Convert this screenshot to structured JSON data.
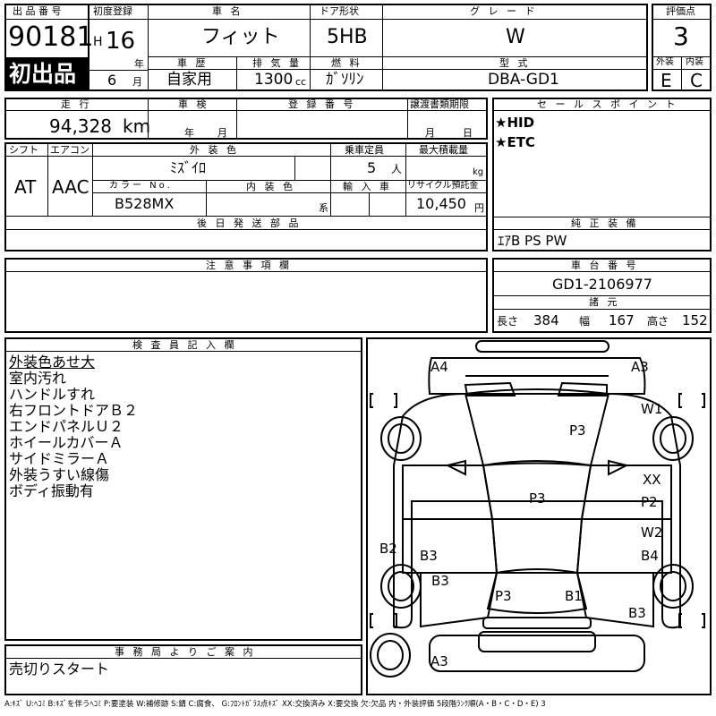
{
  "header": {
    "lot_label": "出 品 番 号",
    "lot_number": "90181",
    "first_listing": "初出品",
    "first_reg_label": "初度登録",
    "era_prefix": "H",
    "year": "16",
    "year_unit": "年",
    "month": "6",
    "month_unit": "月",
    "model_name_label": "車 名",
    "model_name": "フィット",
    "door_label": "ドア形状",
    "door_value": "5HB",
    "grade_label": "グ レ ー ド",
    "grade_value": "W",
    "score_label": "評価点",
    "score_value": "3",
    "history_label": "車 歴",
    "history_value": "自家用",
    "displacement_label": "排 気 量",
    "displacement_value": "1300",
    "displacement_unit": "cc",
    "fuel_label": "燃 料",
    "fuel_value": "ｶﾞｿﾘﾝ",
    "model_code_label": "型 式",
    "model_code_value": "DBA-GD1",
    "exterior_label": "外装",
    "interior_label": "内装",
    "exterior_value": "E",
    "interior_value": "C"
  },
  "row2": {
    "mileage_label": "走 行",
    "mileage_value": "94,328",
    "mileage_unit": "km",
    "inspection_label": "車 検",
    "inspection_year_unit": "年",
    "inspection_month_unit": "月",
    "reg_no_label": "登 録 番 号",
    "transfer_label": "譲渡書類期限",
    "transfer_month_unit": "月",
    "transfer_day_unit": "日",
    "sales_points_label": "セ ー ル ス ポ イ ン ト",
    "sales_points": [
      "★HID",
      "★ETC"
    ]
  },
  "row3": {
    "shift_label": "シフト",
    "shift_value": "AT",
    "ac_label": "エアコン",
    "ac_value": "AAC",
    "ext_color_label": "外 装 色",
    "ext_color_value": "ﾐｽﾞｲﾛ",
    "capacity_label": "乗車定員",
    "capacity_value": "5",
    "capacity_unit": "人",
    "load_label": "最大積載量",
    "load_unit": "kg",
    "color_no_label": "カラー No.",
    "color_no_value": "B528MX",
    "int_color_label": "内 装 色",
    "int_color_unit": "系",
    "import_label": "輸 入 車",
    "recycle_label": "リサイクル預託金",
    "recycle_value": "10,450",
    "recycle_unit": "円"
  },
  "later_parts_label": "後 日 発 送 部 品",
  "genuine_label": "純 正 装 備",
  "genuine_value": "ｴｱB PS PW",
  "caution_label": "注 意 事 項 欄",
  "chassis_label": "車 台 番 号",
  "chassis_value": "GD1-2106977",
  "dims_label": "諸 元",
  "dims": {
    "length_label": "長さ",
    "length_value": "384",
    "width_label": "幅",
    "width_value": "167",
    "height_label": "高さ",
    "height_value": "152"
  },
  "inspector_label": "検 査 員 記 入 欄",
  "inspector_notes": [
    "外装色あせ大",
    "室内汚れ",
    "ハンドルすれ",
    "右フロントドアＢ２",
    "エンドパネルＵ２",
    "ホイールカバーＡ",
    "サイドミラーＡ",
    "外装うすい線傷",
    "ボディ振動有"
  ],
  "office_label": "事 務 局 よ り ご 案 内",
  "office_note": "売切りスタート",
  "legend": "A:ｷｽﾞ U:ﾍｺﾐ B:ｷｽﾞを伴うﾍｺﾐ P:要塗装 W:補修跡 S:錆 C:腐食、 G:ﾌﾛﾝﾄｶﾞﾗｽ点ｷｽﾞ XX:交換済み X:要交換 欠:欠品 内・外装評価 5段階ﾗﾝｸ順(A・B・C・D・E) 3",
  "diagram_marks": [
    "A4",
    "A3",
    "W1",
    "P3",
    "P3",
    "XX",
    "P2",
    "W2",
    "B2",
    "B3",
    "B4",
    "B3",
    "P3",
    "B1",
    "B3",
    "A3"
  ]
}
